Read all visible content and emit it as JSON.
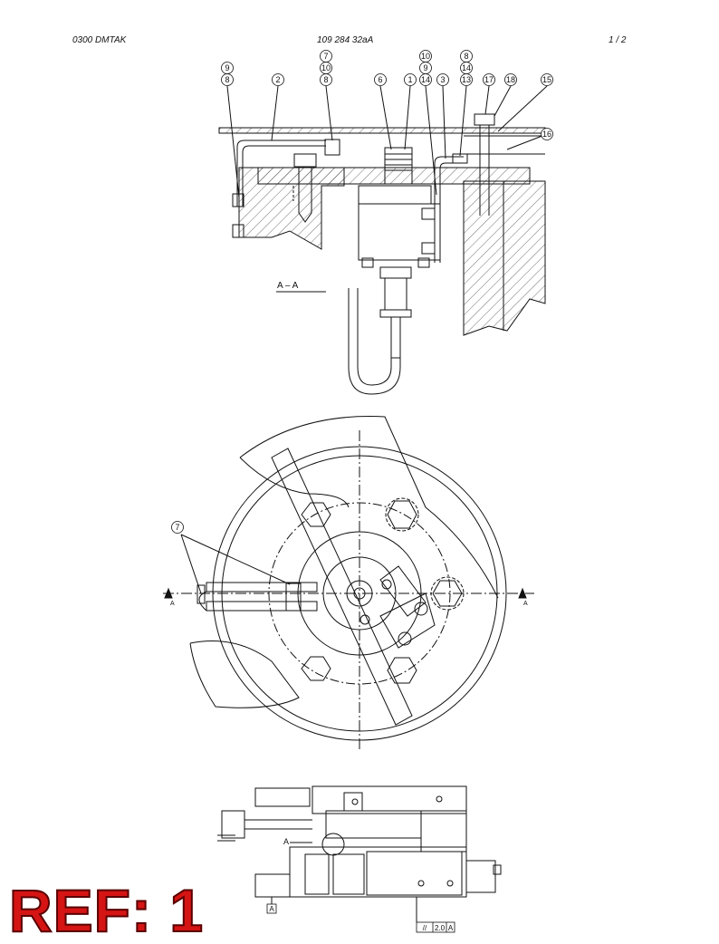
{
  "header": {
    "left": "0300   DMTAK",
    "center": "109 284 32aA",
    "right": "1  /  2"
  },
  "section_label": "A  –  A",
  "balloons": {
    "top": [
      "9",
      "8",
      "7",
      "10",
      "8",
      "2",
      "6",
      "1",
      "10",
      "9",
      "14",
      "3",
      "8",
      "14",
      "13",
      "17",
      "18",
      "15",
      "16"
    ],
    "middle": [
      "7"
    ]
  },
  "section_markers": {
    "left": "A",
    "right": "A"
  },
  "bottom_view": {
    "label_a": "A",
    "datum": "A",
    "tolerance": [
      "//",
      "2.0",
      "A"
    ]
  },
  "stamp": "REF: 1"
}
